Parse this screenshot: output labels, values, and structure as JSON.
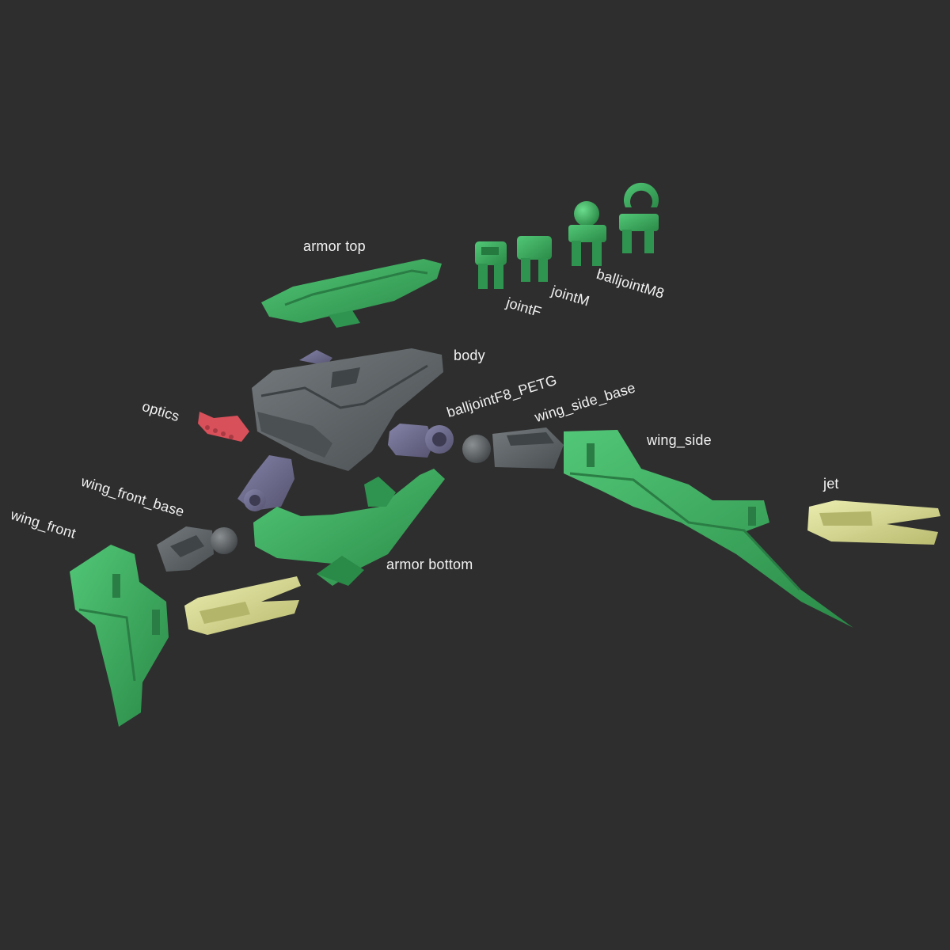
{
  "labels": {
    "armor_top": "armor top",
    "jointF": "jointF",
    "jointM": "jointM",
    "balljointM8": "balljointM8",
    "body": "body",
    "optics": "optics",
    "balljointF8_PETG": "balljointF8_PETG",
    "wing_side_base": "wing_side_base",
    "wing_side": "wing_side",
    "jet": "jet",
    "wing_front_base": "wing_front_base",
    "wing_front": "wing_front",
    "armor_bottom": "armor bottom"
  },
  "colors": {
    "background": "#2e2e2e",
    "green_part": "#3aa65a",
    "dark_gray_part": "#5b6063",
    "purple_gray_part": "#6d6b8c",
    "red_part": "#d8505a",
    "yellow_part": "#d9dc8c",
    "label_text": "#f2f2f2"
  }
}
